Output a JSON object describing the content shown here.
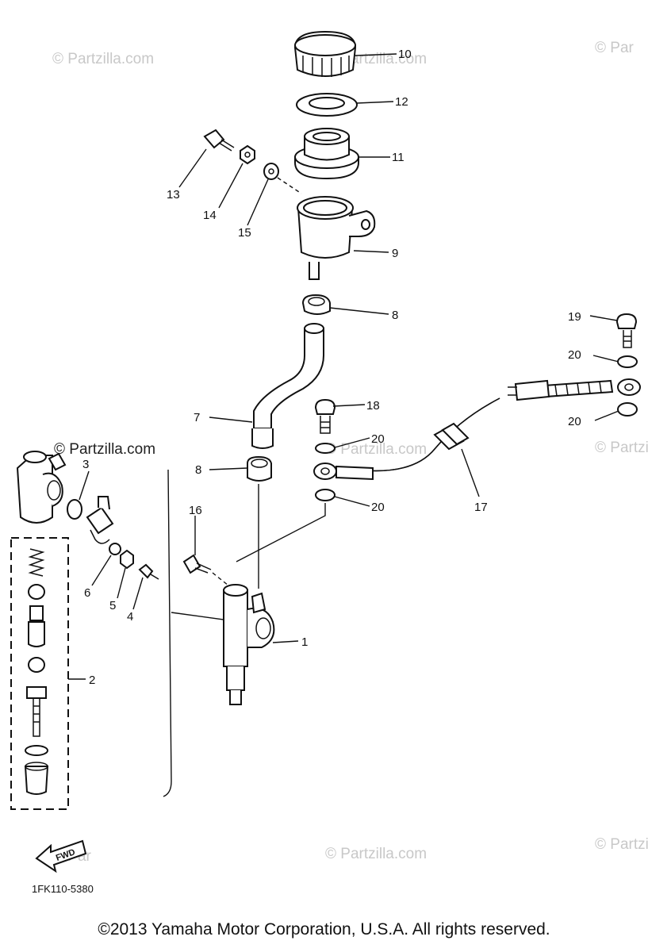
{
  "watermarks": [
    "© Partzilla.com",
    "© Partzilla.com",
    "© Par",
    "© Partzilla.com",
    "© Partzilla.com",
    "© Par",
    "© Partzilla.com",
    "© Partzilla.com",
    "© Par"
  ],
  "watermark_dark": "© Partzilla.com",
  "callouts": [
    "10",
    "12",
    "11",
    "13",
    "14",
    "15",
    "9",
    "8",
    "19",
    "20",
    "20",
    "7",
    "18",
    "20",
    "17",
    "20",
    "8",
    "3",
    "16",
    "6",
    "5",
    "4",
    "1",
    "2"
  ],
  "fwd_label": "FWD",
  "diagram_code": "1FK110-5380",
  "copyright": "©2013 Yamaha Motor Corporation, U.S.A. All rights reserved."
}
